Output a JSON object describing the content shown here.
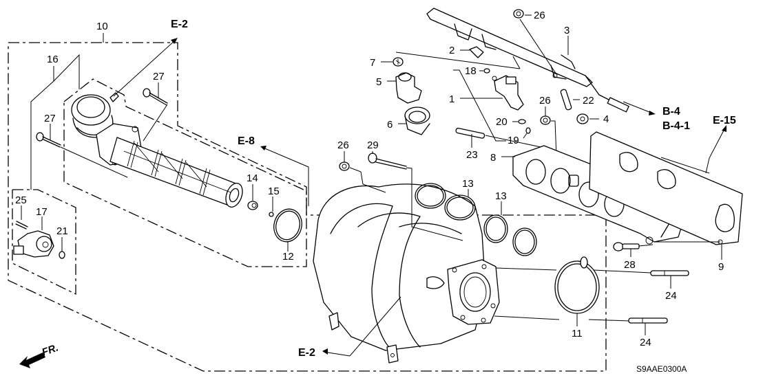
{
  "diagram": {
    "type": "exploded-parts-diagram",
    "drawing_code": "S9AAE0300A",
    "direction_indicator": "FR.",
    "callouts": {
      "c1": "1",
      "c2": "2",
      "c3": "3",
      "c4": "4",
      "c5": "5",
      "c6": "6",
      "c7": "7",
      "c8": "8",
      "c9": "9",
      "c10": "10",
      "c11": "11",
      "c12": "12",
      "c13a": "13",
      "c13b": "13",
      "c14": "14",
      "c15": "15",
      "c16": "16",
      "c17": "17",
      "c18": "18",
      "c19": "19",
      "c20": "20",
      "c21": "21",
      "c22": "22",
      "c23": "23",
      "c24a": "24",
      "c24b": "24",
      "c25": "25",
      "c26a": "26",
      "c26b": "26",
      "c26c": "26",
      "c27a": "27",
      "c27b": "27",
      "c28": "28",
      "c29": "29"
    },
    "references": {
      "e2_top": "E-2",
      "e2_bottom": "E-2",
      "e8": "E-8",
      "e15": "E-15",
      "b4": "B-4",
      "b41": "B-4-1"
    }
  }
}
